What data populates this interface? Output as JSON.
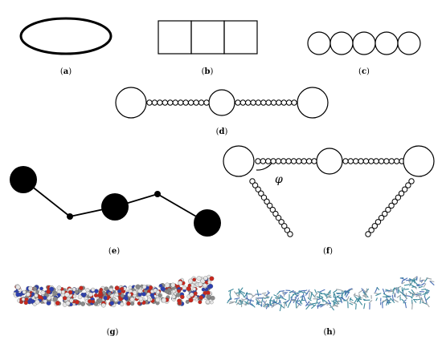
{
  "panels": [
    {
      "id": "a",
      "label": "a"
    },
    {
      "id": "b",
      "label": "b"
    },
    {
      "id": "c",
      "label": "c"
    },
    {
      "id": "d",
      "label": "d"
    },
    {
      "id": "e",
      "label": "e"
    },
    {
      "id": "f",
      "label": "f"
    },
    {
      "id": "g",
      "label": "g"
    },
    {
      "id": "h",
      "label": "h"
    }
  ],
  "angle_symbol": "φ",
  "colors": {
    "stroke": "#000000",
    "fill_black": "#000000",
    "atom_red": "#c8281e",
    "atom_blue": "#2c3fb0",
    "atom_white": "#e6e6e6",
    "atom_gray": "#8a8a8a",
    "stick_teal": "#3d8a9c",
    "stick_blue": "#4a6fb5",
    "stick_gray": "#9aa3a8"
  }
}
